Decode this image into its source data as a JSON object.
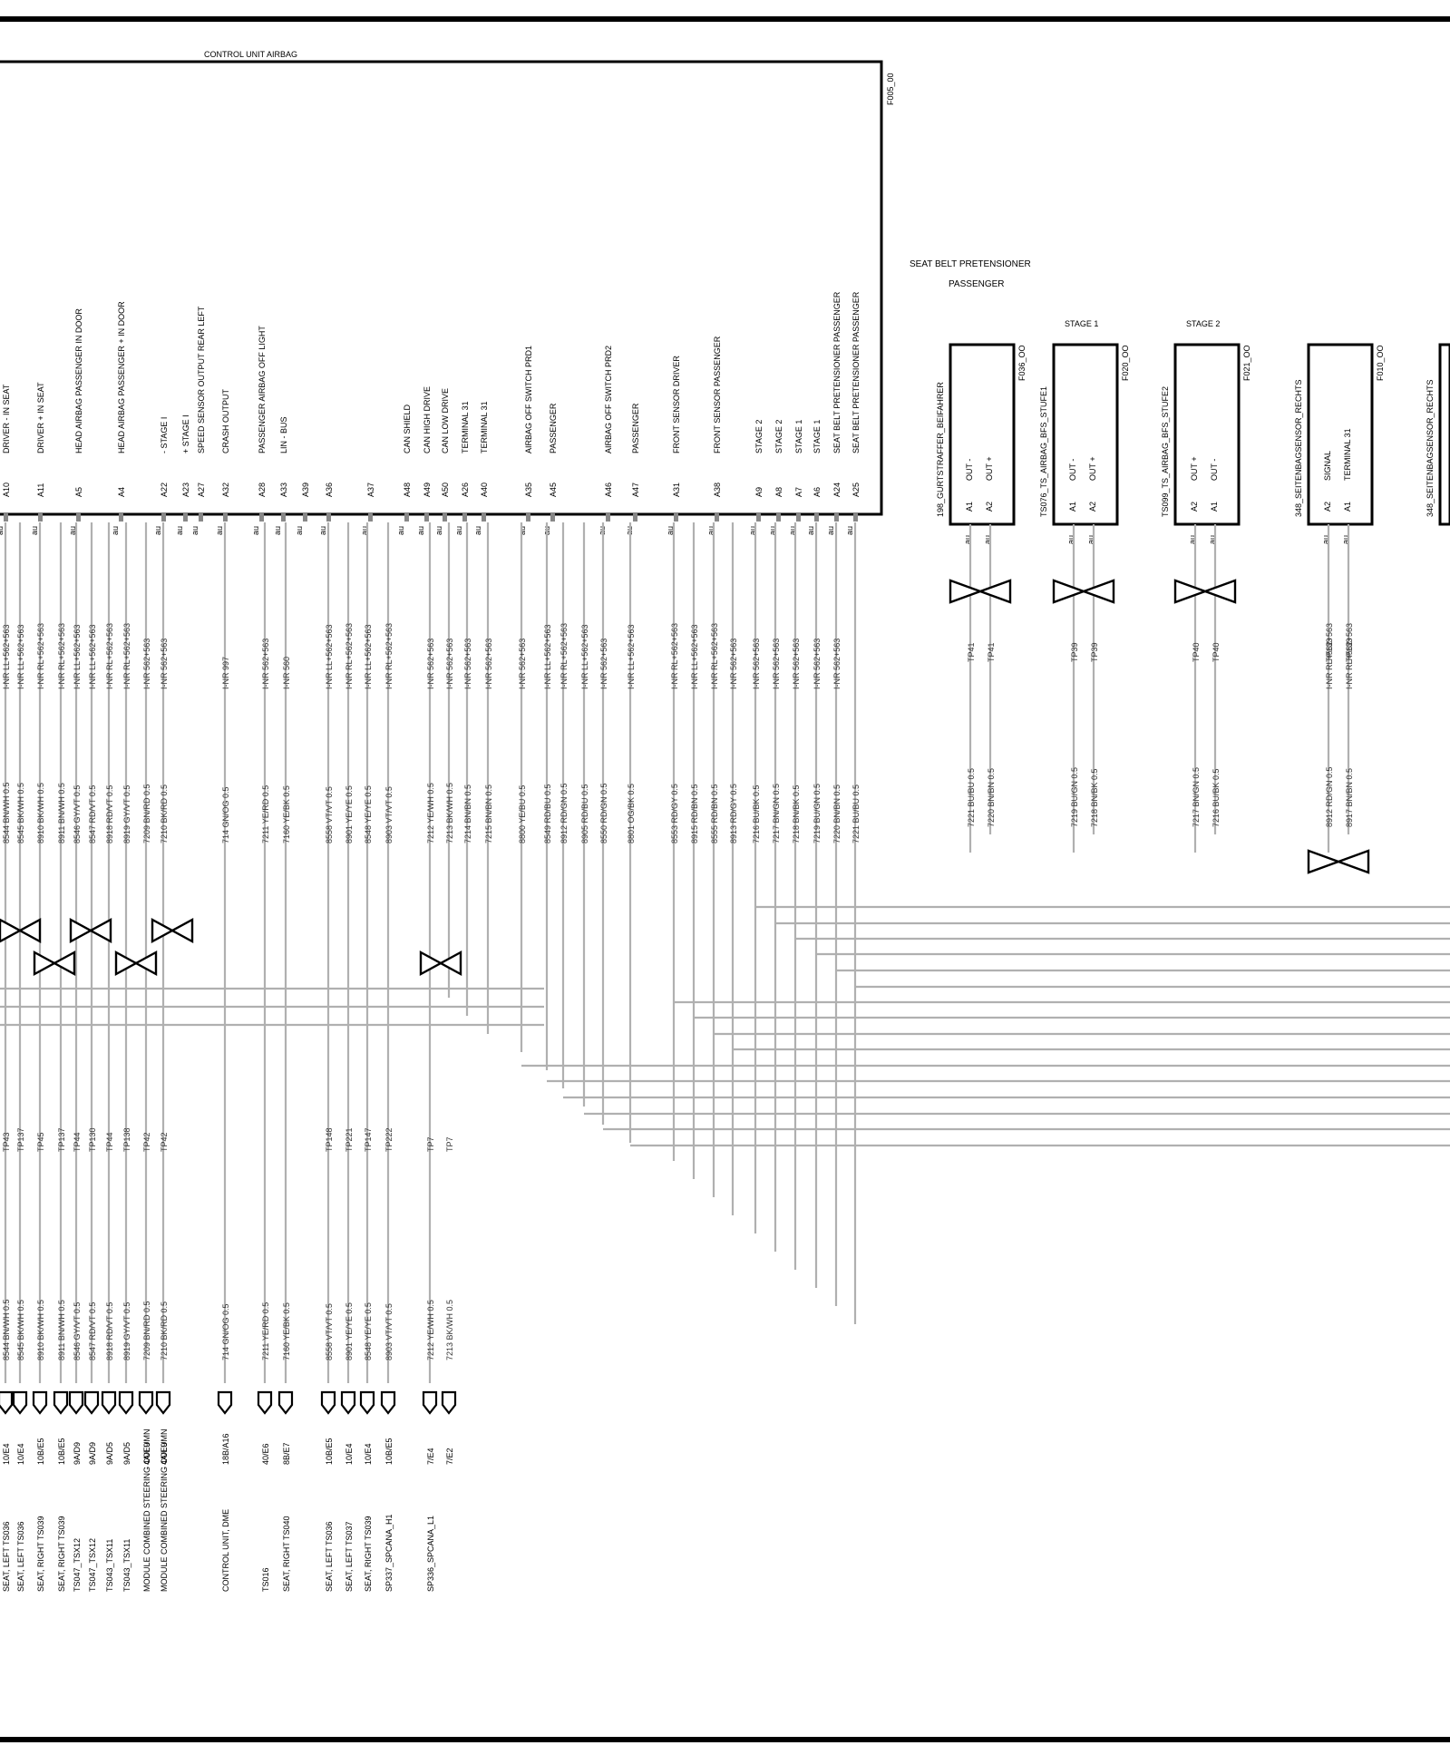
{
  "title": "CONTROL UNIT AIRBAG",
  "unit_id": "F005_00",
  "pin_tag": "au",
  "seat_belt_title": "SEAT BELT PRETENSIONER",
  "seat_belt_sub": "PASSENGER",
  "cu_pins": [
    {
      "pin": "A10",
      "label": "DRIVER - IN SEAT"
    },
    {
      "pin": "A11",
      "label": "DRIVER + IN SEAT"
    },
    {
      "pin": "A5",
      "label": "HEAD AIRBAG PASSENGER IN DOOR"
    },
    {
      "pin": "A4",
      "label": "HEAD AIRBAG PASSENGER + IN DOOR"
    },
    {
      "pin": "A22",
      "label": "- STAGE I"
    },
    {
      "pin": "A23",
      "label": "+ STAGE I"
    },
    {
      "pin": "A27",
      "label": "SPEED SENSOR OUTPUT REAR LEFT"
    },
    {
      "pin": "A32",
      "label": "CRASH OUTPUT"
    },
    {
      "pin": "A28",
      "label": "PASSENGER AIRBAG OFF LIGHT"
    },
    {
      "pin": "A33",
      "label": "LIN - BUS"
    },
    {
      "pin": "A39",
      "label": ""
    },
    {
      "pin": "A36",
      "label": ""
    },
    {
      "pin": "A37",
      "label": ""
    },
    {
      "pin": "A48",
      "label": "CAN SHIELD"
    },
    {
      "pin": "A49",
      "label": "CAN HIGH DRIVE"
    },
    {
      "pin": "A50",
      "label": "CAN LOW DRIVE"
    },
    {
      "pin": "A26",
      "label": "TERMINAL 31"
    },
    {
      "pin": "A40",
      "label": "TERMINAL 31"
    },
    {
      "pin": "A35",
      "label": "AIRBAG OFF SWITCH PRD1"
    },
    {
      "pin": "A45",
      "label": "PASSENGER"
    },
    {
      "pin": "A46",
      "label": "AIRBAG OFF SWITCH PRD2"
    },
    {
      "pin": "A47",
      "label": "PASSENGER"
    },
    {
      "pin": "A31",
      "label": "FRONT SENSOR DRIVER"
    },
    {
      "pin": "A38",
      "label": "FRONT SENSOR PASSENGER"
    },
    {
      "pin": "A9",
      "label": "STAGE 2"
    },
    {
      "pin": "A8",
      "label": "STAGE 2"
    },
    {
      "pin": "A7",
      "label": "STAGE 1"
    },
    {
      "pin": "A6",
      "label": "STAGE 1"
    },
    {
      "pin": "A24",
      "label": "SEAT BELT PRETENSIONER PASSENGER"
    },
    {
      "pin": "A25",
      "label": "SEAT BELT PRETENSIONER PASSENGER"
    }
  ],
  "codes": [
    "I-NR LL+562+563",
    "I-NR LL+562+563",
    "I-NR RL+562+563",
    "I-NR RL+562+563",
    "I-NR LL+562+563",
    "I-NR LL+562+563",
    "I-NR RL+562+563",
    "I-NR RL+562+563",
    "I-NR 562+563",
    "I-NR 562+563",
    "I-NR 997",
    "I-NR 562+563",
    "I-NR 560",
    "I-NR LL+562+563",
    "I-NR RL+562+563",
    "I-NR LL+562+563",
    "I-NR RL+562+563",
    "I-NR 562+563",
    "I-NR 562+563",
    "I-NR 562+563",
    "I-NR 562+563",
    "I-NR 562+563",
    "I-NR LL+562+563",
    "I-NR RL+562+563",
    "I-NR LL+562+563",
    "I-NR 562+563",
    "I-NR LL+562+563",
    "I-NR RL+562+563",
    "I-NR LL+562+563",
    "I-NR RL+562+563",
    "I-NR 562+563",
    "I-NR 562+563",
    "I-NR 562+563",
    "I-NR 562+563",
    "I-NR 562+563",
    "I-NR 562+563"
  ],
  "wires": [
    "8544 BN/WH 0.5",
    "8545 BK/WH 0.5",
    "8910 BK/WH 0.5",
    "8911 BN/WH 0.5",
    "8546 GY/VT 0.5",
    "8547 RD/VT 0.5",
    "8918 RD/VT 0.5",
    "8919 GY/VT 0.5",
    "7209 BN/RD 0.5",
    "7210 BK/RD 0.5",
    "714 GN/OG 0.5",
    "7211 YE/RD 0.5",
    "7160 YE/BK 0.5",
    "8558 VT/VT 0.5",
    "8901 YE/YE 0.5",
    "8548 YE/YE 0.5",
    "8903 VT/VT 0.5",
    "7212 YE/WH 0.5",
    "7213 BK/WH 0.5",
    "7214 BN/BN 0.5",
    "7215 BN/BN 0.5",
    "8800 YE/BU 0.5",
    "8549 RD/BU 0.5",
    "8912 RD/GN 0.5",
    "8905 RD/BU 0.5",
    "8550 RD/GN 0.5",
    "8801 OG/BK 0.5",
    "8553 RD/GY 0.5",
    "8915 RD/BN 0.5",
    "8555 RD/BN 0.5",
    "8913 RD/GY 0.5",
    "7216 BU/BK 0.5",
    "7217 BN/GN 0.5",
    "7218 BN/BK 0.5",
    "7219 BU/GN 0.5",
    "7220 BN/BN 0.5",
    "7221 BU/BU 0.5"
  ],
  "tps": [
    "TP43",
    "TP137",
    "TP45",
    "TP137",
    "TP44",
    "TP130",
    "TP44",
    "TP138",
    "TP42",
    "TP42",
    "TP148",
    "TP221",
    "TP147",
    "TP222",
    "TP7",
    "TP7"
  ],
  "refs": [
    "10/E4",
    "10/E4",
    "10B/E5",
    "10B/E5",
    "9A/D9",
    "9A/D9",
    "9A/D5",
    "9A/D5",
    "4A/E9",
    "4A/E9",
    "18B/A16",
    "40/E6",
    "8B/E7",
    "10B/E5",
    "10/E4",
    "10/E4",
    "10B/E5",
    "7/E4",
    "7/E2"
  ],
  "dests": [
    "SEAT, LEFT TS036",
    "SEAT, LEFT TS036",
    "SEAT, RIGHT TS039",
    "SEAT, RIGHT TS039",
    "TS047_TSX12",
    "TS047_TSX12",
    "TS043_TSX11",
    "TS043_TSX11",
    "MODULE COMBINED STEERING COLUMN",
    "MODULE COMBINED STEERING COLUMN",
    "CONTROL UNIT, DME",
    "TS016",
    "SEAT, RIGHT TS040",
    "SEAT, LEFT TS036",
    "SEAT, LEFT TS037",
    "SEAT, RIGHT TS039",
    "SP337_SPCANA_H1",
    "SP336_SPCANA_L1"
  ],
  "components": [
    {
      "name": "198_GURTSTRAFFER_BEIFAHRER",
      "id": "F036_OO",
      "pin1": "A1",
      "pin1_label": "OUT -",
      "pin2": "A2",
      "pin2_label": "OUT +",
      "tp": "TP41",
      "stage": "",
      "w1": "7221 BU/BU 0.5",
      "w2": "7220 BN/BN 0.5"
    },
    {
      "name": "TS076_TS_AIRBAG_BFS_STUFE1",
      "id": "F020_OO",
      "pin1": "A1",
      "pin1_label": "OUT -",
      "pin2": "A2",
      "pin2_label": "OUT +",
      "tp": "TP39",
      "stage": "STAGE 1",
      "w1": "7219 BU/GN 0.5",
      "w2": "7218 BN/BK 0.5"
    },
    {
      "name": "TS099_TS_AIRBAG_BFS_STUFE2",
      "id": "F021_OO",
      "pin1": "A2",
      "pin1_label": "OUT +",
      "pin2": "A1",
      "pin2_label": "OUT -",
      "tp": "TP40",
      "stage": "STAGE 2",
      "w1": "7217 BN/GN 0.5",
      "w2": "7216 BU/BK 0.5"
    },
    {
      "name": "348_SEITENBAGSENSOR_RECHTS",
      "id": "F010_OO",
      "pin1": "A2",
      "pin1_label": "SIGNAL",
      "pin2": "A1",
      "pin2_label": "TERMINAL 31",
      "tp": "TP133",
      "stage": "",
      "w1": "8912 RD/GN 0.5",
      "w2": "8917 BN/BN 0.5",
      "code": "I-NR RL+562+563"
    },
    {
      "name": "348_SEITENBAGSENSOR_RECHTS",
      "id": "",
      "pin1": "",
      "pin1_label": "",
      "pin2": "",
      "pin2_label": "",
      "tp": "",
      "stage": ""
    }
  ]
}
